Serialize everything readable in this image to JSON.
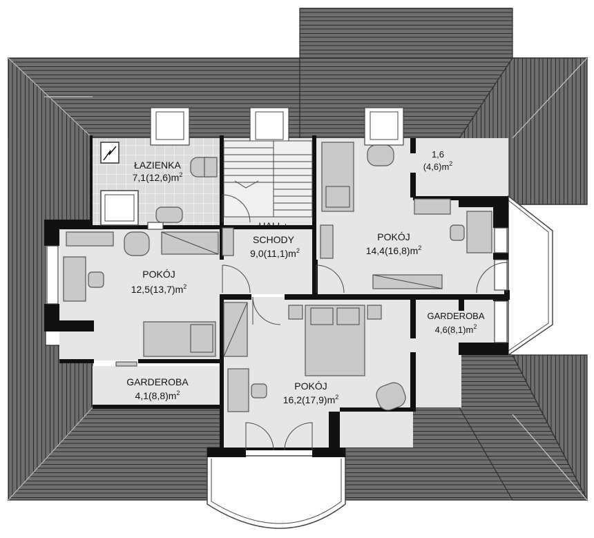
{
  "rooms": [
    {
      "id": "lazienka",
      "name": "ŁAZIENKA",
      "area": "7,1(12,6)"
    },
    {
      "id": "hall",
      "name": "HALL+",
      "name2": "SCHODY",
      "area": "9,0(11,1)"
    },
    {
      "id": "pokoj-ne",
      "name": "POKÓJ",
      "area": "14,4(16,8)"
    },
    {
      "id": "small",
      "name": "1,6",
      "area": "(4,6)"
    },
    {
      "id": "pokoj-w",
      "name": "POKÓJ",
      "area": "12,5(13,7)"
    },
    {
      "id": "garderoba-e",
      "name": "GARDEROBA",
      "area": "4,6(8,1)"
    },
    {
      "id": "garderoba-sw",
      "name": "GARDEROBA",
      "area": "4,1(8,8)"
    },
    {
      "id": "pokoj-s",
      "name": "POKÓJ",
      "area": "16,2(17,9)"
    }
  ],
  "unit": "m",
  "unit_sup": "2",
  "colors": {
    "roof": "#6e6e6e",
    "wall": "#111111",
    "floor": "#e6e6e6"
  }
}
